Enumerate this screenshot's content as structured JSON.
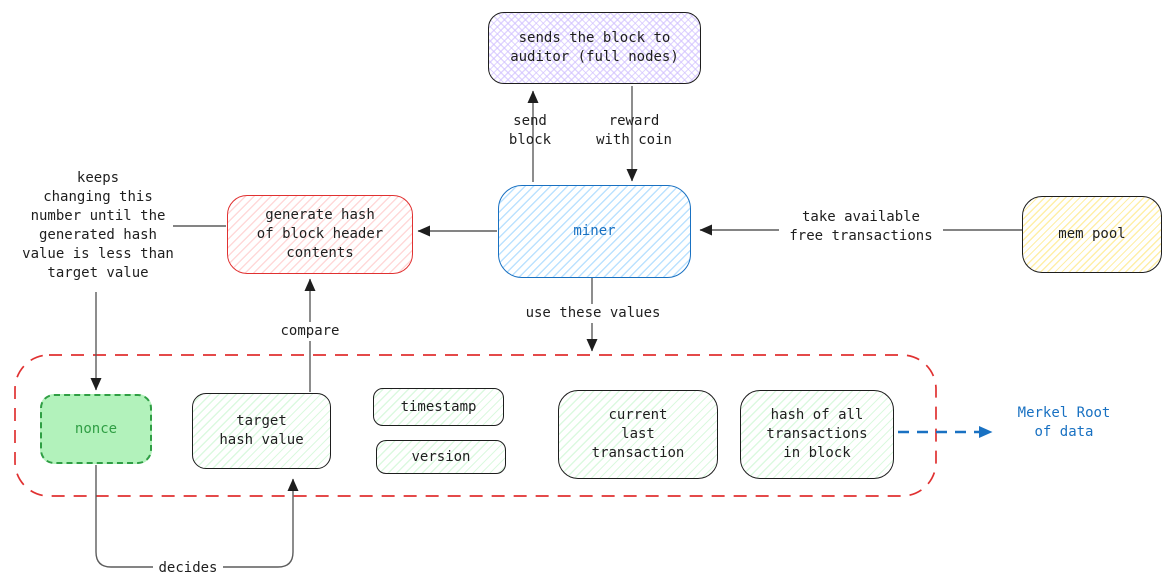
{
  "palette": {
    "stroke_dark": "#1e1e1e",
    "stroke_red": "#e03131",
    "stroke_blue": "#1971c2",
    "stroke_green": "#2f9e44",
    "line_gray": "#5c5c5c",
    "fill_violet": "#d0bfff",
    "fill_blue": "#a5d8ff",
    "fill_red": "#ffc9c9",
    "fill_green": "#b2f2bb",
    "fill_yellow": "#ffec99"
  },
  "nodes": {
    "auditor": {
      "label": "sends the block to\nauditor (full nodes)"
    },
    "miner": {
      "label": "miner"
    },
    "generate": {
      "label": "generate hash\nof block header\ncontents"
    },
    "mempool": {
      "label": "mem pool"
    },
    "nonce": {
      "label": "nonce"
    },
    "target": {
      "label": "target\nhash value"
    },
    "timestamp": {
      "label": "timestamp"
    },
    "version": {
      "label": "version"
    },
    "current": {
      "label": "current\nlast\ntransaction"
    },
    "hashall": {
      "label": "hash of all\ntransactions\nin block"
    }
  },
  "annotations": {
    "keeps_changing": "keeps\nchanging this\nnumber until the\ngenerated hash\nvalue is less than\ntarget value",
    "send_block": "send\nblock",
    "reward_with_coin": "reward\nwith coin",
    "take_available": "take available\nfree transactions",
    "use_these_values": "use these values",
    "compare": "compare",
    "decides": "decides",
    "merkel_root": "Merkel Root\nof data"
  }
}
